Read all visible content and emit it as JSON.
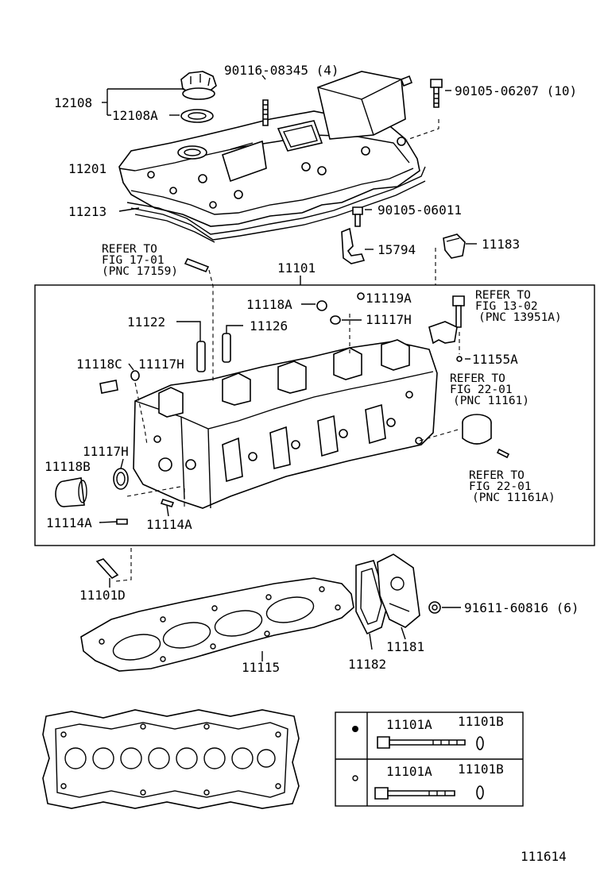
{
  "labels": {
    "p90116_08345": "90116-08345 (4)",
    "p90105_06207": "90105-06207 (10)",
    "p12108": "12108",
    "p12108A": "12108A",
    "p11201": "11201",
    "p11213": "11213",
    "p90105_06011": "90105-06011",
    "p15794": "15794",
    "p11183": "11183",
    "refer_17_01_a": "REFER TO",
    "refer_17_01_b": "FIG 17-01",
    "refer_17_01_c": "(PNC 17159)",
    "p11101": "11101",
    "p11118A": "11118A",
    "p11119A": "11119A",
    "refer_13_02_a": "REFER TO",
    "refer_13_02_b": "FIG 13-02",
    "refer_13_02_c": "(PNC 13951A)",
    "p11122": "11122",
    "p11126": "11126",
    "p11117H_top": "11117H",
    "p11155A": "11155A",
    "p11118C": "11118C",
    "p11117H_left": "11117H",
    "refer_22_01_a": "REFER TO",
    "refer_22_01_b": "FIG 22-01",
    "refer_22_01_c": "(PNC 11161)",
    "p11117H_low": "11117H",
    "p11118B": "11118B",
    "refer_22_01A_a": "REFER TO",
    "refer_22_01A_b": "FIG 22-01",
    "refer_22_01A_c": "(PNC 11161A)",
    "p11114A_left": "11114A",
    "p11114A_mid": "11114A",
    "p11101D": "11101D",
    "p91611_60816": "91611-60816 (6)",
    "p11181": "11181",
    "p11115": "11115",
    "p11182": "11182",
    "legend_r1_a": "11101A",
    "legend_r1_b": "11101B",
    "legend_r2_a": "11101A",
    "legend_r2_b": "11101B",
    "diagram_number": "111614"
  }
}
